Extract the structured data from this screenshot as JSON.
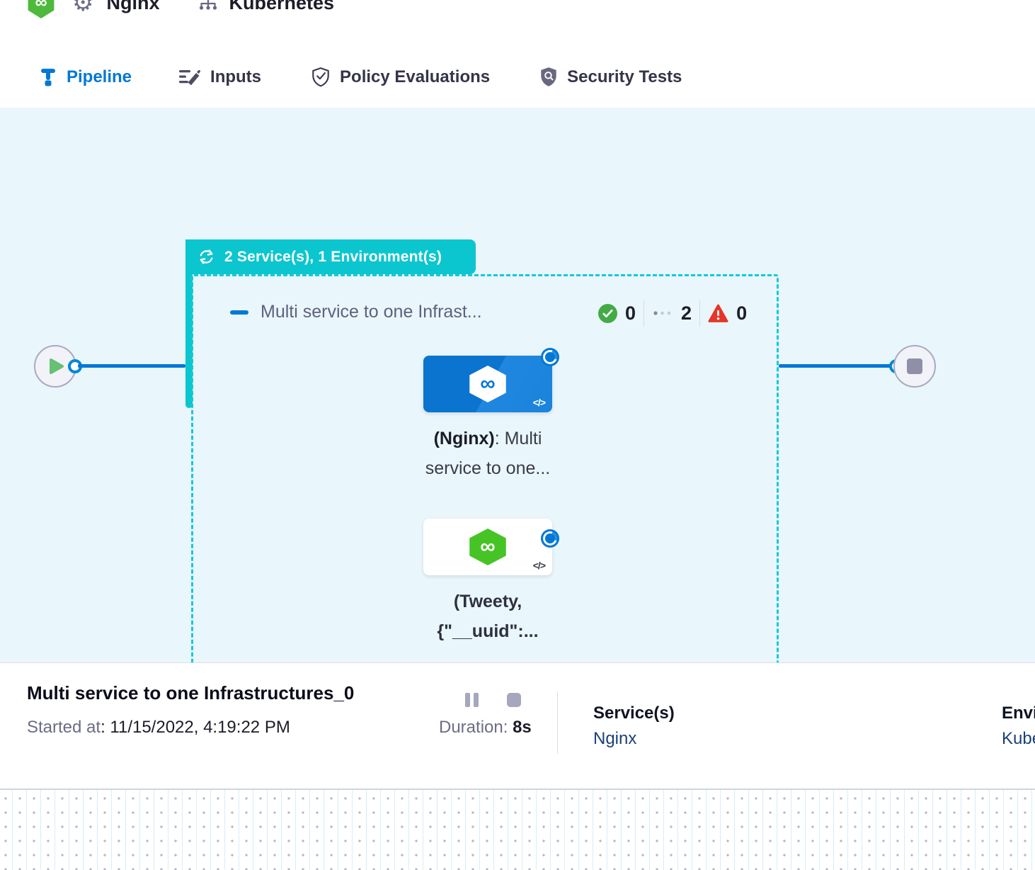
{
  "header": {
    "pipeline_name": "Nginx",
    "environment_name": "Kubernetes"
  },
  "tabs": [
    {
      "label": "Pipeline",
      "active": true
    },
    {
      "label": "Inputs",
      "active": false
    },
    {
      "label": "Policy Evaluations",
      "active": false
    },
    {
      "label": "Security Tests",
      "active": false
    }
  ],
  "canvas": {
    "group_badge": "2 Service(s), 1 Environment(s)",
    "stage": {
      "title": "Multi service to one Infrast...",
      "success_count": "0",
      "running_count": "2",
      "failed_count": "0"
    },
    "nodes": [
      {
        "bold": "(Nginx)",
        "rest": ": Multi",
        "line2": "service to one...",
        "code": "</>"
      },
      {
        "line1": "(Tweety,",
        "line2": "{\"__uuid\":...",
        "code": "</>"
      }
    ]
  },
  "footer": {
    "title": "Multi service to one Infrastructures_0",
    "started_label": "Started at",
    "started_value": ": 11/15/2022, 4:19:22 PM",
    "duration_label": "Duration:",
    "duration_value": "8s",
    "services_label": "Service(s)",
    "services_value": "Nginx",
    "env_label": "Environment(s)",
    "env_value": "Kubernetes"
  },
  "colors": {
    "accent_blue": "#0278d5",
    "teal": "#0bc6cf",
    "dash_teal": "#14c9db",
    "success_green": "#42ab45",
    "fail_red": "#e5362a",
    "link_navy": "#1a4176",
    "canvas_bg": "#e9f6fb"
  }
}
